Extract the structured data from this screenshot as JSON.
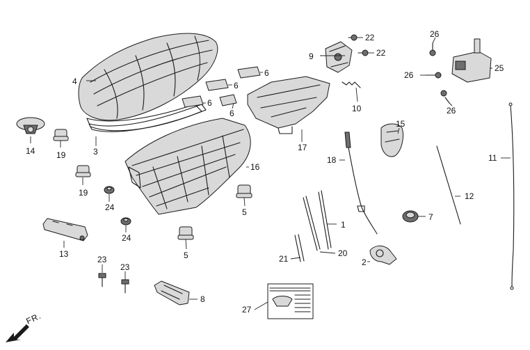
{
  "callouts": {
    "c1": "1",
    "c2": "2",
    "c3": "3",
    "c4": "4",
    "c5a": "5",
    "c5b": "5",
    "c6a": "6",
    "c6b": "6",
    "c6c": "6",
    "c6d": "6",
    "c7": "7",
    "c8": "8",
    "c9": "9",
    "c10": "10",
    "c11": "11",
    "c12": "12",
    "c13": "13",
    "c14": "14",
    "c15": "15",
    "c16": "16",
    "c17": "17",
    "c18": "18",
    "c19a": "19",
    "c19b": "19",
    "c20": "20",
    "c21": "21",
    "c22a": "22",
    "c22b": "22",
    "c23a": "23",
    "c23b": "23",
    "c24a": "24",
    "c24b": "24",
    "c25": "25",
    "c26a": "26",
    "c26b": "26",
    "c26c": "26",
    "c27": "27"
  },
  "direction": {
    "label": "FR."
  }
}
